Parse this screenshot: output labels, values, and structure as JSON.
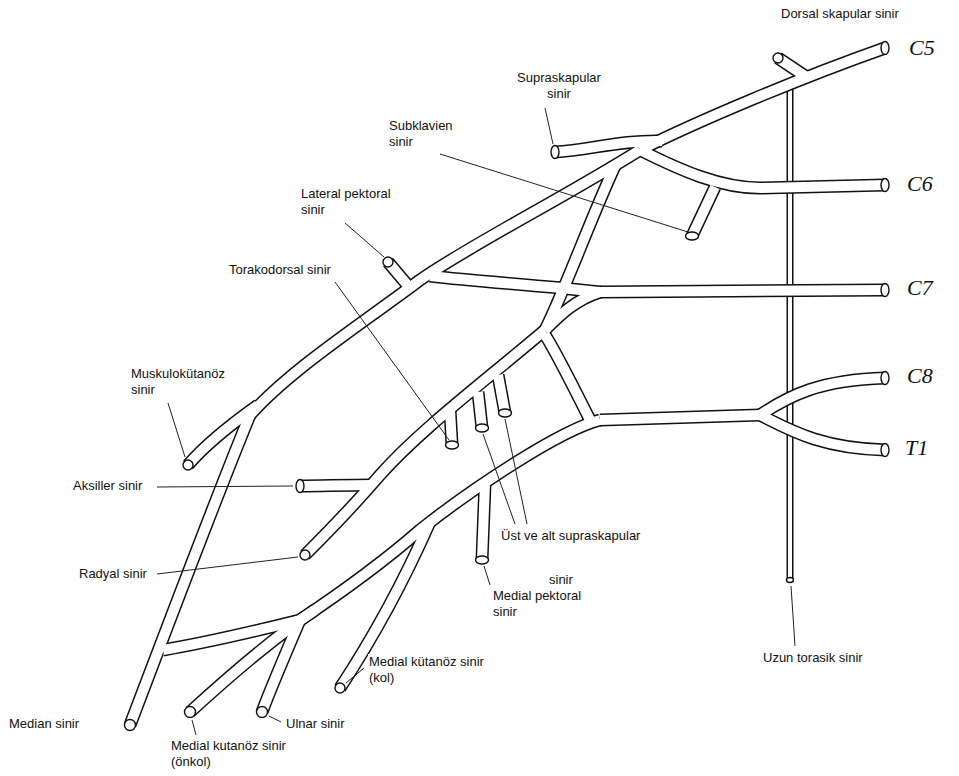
{
  "diagram": {
    "labels": [
      "Dorsal skapular sinir",
      "Supraskapular sinir",
      "C5",
      "Subklavien sinir",
      "C6",
      "Lateral pektoral sinir",
      "Torakodorsal sinir",
      "C7",
      "Muskulokütanöz sinir",
      "C8",
      "T1",
      "Aksiller sinir",
      "Üst ve alt supraskapular",
      "Radyal sinir",
      "sinir",
      "Medial pektoral sinir",
      "Medial kütanöz sinir (kol)",
      "Uzun torasik sinir",
      "Median sinir",
      "Ulnar sinir",
      "Medial kutanöz sinir (önkol)"
    ]
  }
}
